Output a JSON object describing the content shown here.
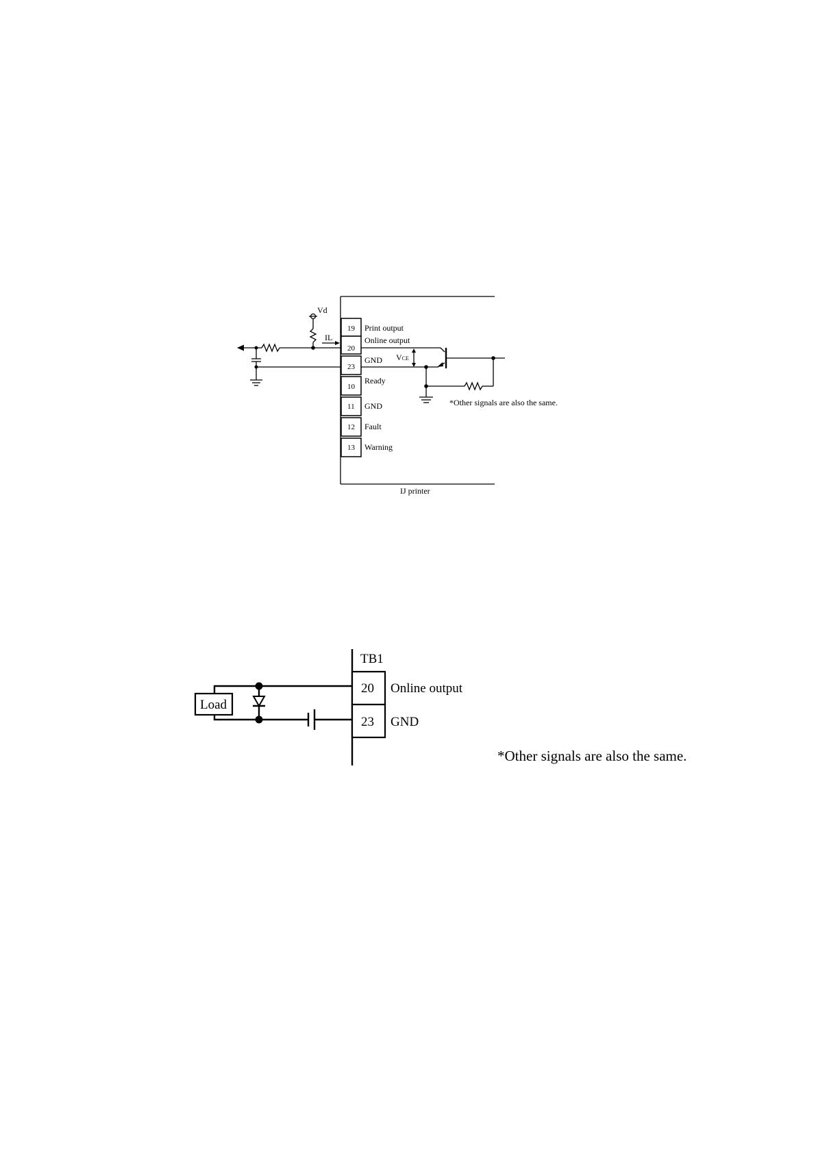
{
  "diagram1": {
    "vd_label": "Vd",
    "il_label": "IL",
    "vce_label_main": "V",
    "vce_label_sub": "CE",
    "terminals": [
      {
        "number": "19",
        "label": "Print output"
      },
      {
        "number": "20",
        "label": "Online output"
      },
      {
        "number": "23",
        "label": "GND"
      },
      {
        "number": "10",
        "label": "Ready"
      },
      {
        "number": "11",
        "label": "GND"
      },
      {
        "number": "12",
        "label": "Fault"
      },
      {
        "number": "13",
        "label": "Warning"
      }
    ],
    "device_caption": "IJ printer",
    "note": "*Other signals are also the same."
  },
  "diagram2": {
    "block_title": "TB1",
    "load_label": "Load",
    "terminals": [
      {
        "number": "20",
        "label": "Online output"
      },
      {
        "number": "23",
        "label": "GND"
      }
    ],
    "note": "*Other signals are also the same."
  }
}
